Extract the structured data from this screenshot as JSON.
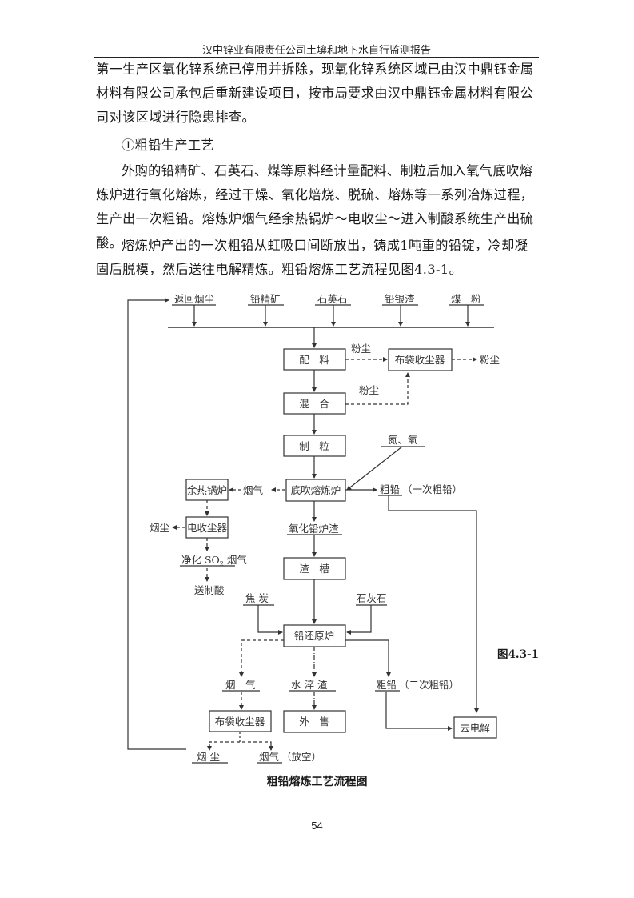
{
  "header": {
    "title": "汉中锌业有限责任公司土壤和地下水自行监测报告"
  },
  "body": {
    "paragraphs": [
      "第一生产区氧化锌系统已停用并拆除，现氧化锌系统区域已由汉中鼎钰金属材料有限公司承包后重新建设项目，按市局要求由汉中鼎钰金属材料有限公司对该区域进行隐患排查。",
      "①粗铅生产工艺",
      "外购的铅精矿、石英石、煤等原料经计量配料、制粒后加入氧气底吹熔炼炉进行氧化熔炼，经过干燥、氧化焙烧、脱硫、熔炼等一系列冶炼过程，生产出一次粗铅。熔炼炉烟气经余热锅炉～电收尘～进入制酸系统生产出硫酸。",
      "熔炼炉产出的一次粗铅从虹吸口间断放出，铸成1吨重的铅锭，冷却凝固后脱模，然后送往电解精炼。粗铅熔炼工艺流程见图4.3-1。"
    ]
  },
  "figure": {
    "label": "图4.3-1",
    "caption": "粗铅熔炼工艺流程图",
    "inputs": [
      "返回烟尘",
      "铅精矿",
      "石英石",
      "铅银渣",
      "煤　粉"
    ],
    "boxes": {
      "batching": "配　料",
      "bag_filter_top": "布袋收尘器",
      "mixing": "混　合",
      "pelletizing": "制　粒",
      "bottom_blow_furnace": "底吹熔炼炉",
      "waste_heat_boiler": "余热锅炉",
      "electrostatic_precipitator": "电收尘器",
      "slag_chute": "渣　槽",
      "reduction_furnace": "铅还原炉",
      "bag_filter_bottom": "布袋收尘器",
      "external_sale": "外　售",
      "electrolysis": "去电解"
    },
    "labels": {
      "dust_1": "粉尘",
      "dust_2": "粉尘",
      "dust_out": "粉尘",
      "nitrogen_oxygen": "氮、氧",
      "flue_gas_1": "烟气",
      "crude_lead_1": "粗铅",
      "crude_lead_1_note": "（一次粗铅）",
      "flue_dust_1": "烟尘",
      "clean_so2_prefix": "净化 SO",
      "clean_so2_sub": "2",
      "clean_so2_suffix": " 烟气",
      "to_acid": "送制酸",
      "lead_oxide_slag": "氧化铅炉渣",
      "coke": "焦 炭",
      "limestone": "石灰石",
      "flue_gas_2": "烟　气",
      "water_slag": "水 淬 渣",
      "crude_lead_2": "粗铅",
      "crude_lead_2_note": "（二次粗铅）",
      "flue_dust_2": "烟 尘",
      "flue_gas_vent": "烟气",
      "flue_gas_vent_note": "（放空）"
    }
  },
  "footer": {
    "page_number": "54"
  }
}
